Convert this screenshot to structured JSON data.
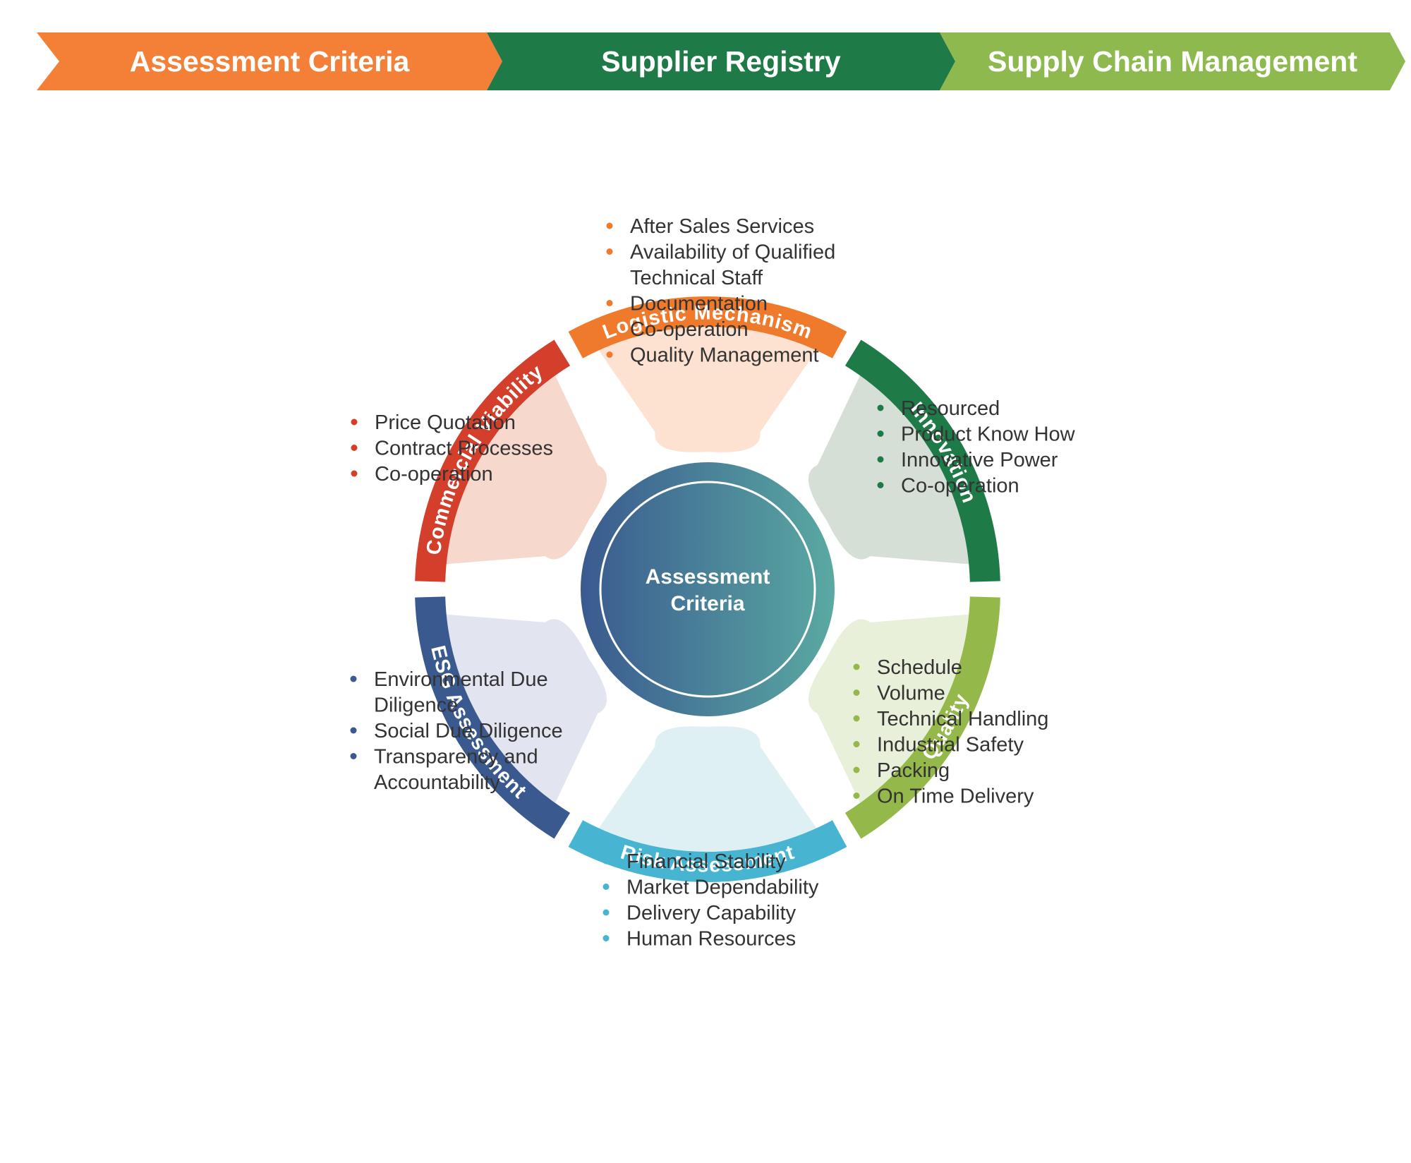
{
  "header": {
    "chevrons": [
      {
        "label": "Assessment Criteria",
        "color": "#f47f37"
      },
      {
        "label": "Supplier Registry",
        "color": "#1e7a47"
      },
      {
        "label": "Supply Chain Management",
        "color": "#8eb94f"
      }
    ]
  },
  "center": {
    "lines": [
      "Assessment",
      "Criteria"
    ]
  },
  "segments": [
    {
      "id": "logistic-mechanism",
      "title": "Logistic Mechanism",
      "ring_color": "#ef7a2c",
      "fill_color": "#fde2d1",
      "bullet_color": "#ef7a2c",
      "items": [
        [
          "After Sales Services"
        ],
        [
          "Availability of Qualified",
          "Technical Staff"
        ],
        [
          "Documentation"
        ],
        [
          "Co-operation"
        ],
        [
          "Quality Management"
        ]
      ]
    },
    {
      "id": "innovation",
      "title": "Innovation",
      "ring_color": "#1e7a47",
      "fill_color": "#d5dfd6",
      "bullet_color": "#1e7a47",
      "items": [
        [
          "Resourced"
        ],
        [
          "Product Know How"
        ],
        [
          "Innovative Power"
        ],
        [
          "Co-operation"
        ]
      ]
    },
    {
      "id": "quality",
      "title": "Quality",
      "ring_color": "#95b84a",
      "fill_color": "#e9f0d9",
      "bullet_color": "#95b84a",
      "items": [
        [
          "Schedule"
        ],
        [
          "Volume"
        ],
        [
          "Technical Handling"
        ],
        [
          "Industrial Safety"
        ],
        [
          "Packing"
        ],
        [
          "On Time Delivery"
        ]
      ]
    },
    {
      "id": "risk-assessment",
      "title": "Risk Assessment",
      "ring_color": "#47b5d1",
      "fill_color": "#dff0f5",
      "bullet_color": "#47b5d1",
      "items": [
        [
          "Financial Stability"
        ],
        [
          "Market Dependability"
        ],
        [
          "Delivery Capability"
        ],
        [
          "Human Resources"
        ]
      ]
    },
    {
      "id": "esg-assessment",
      "title": "ESG Assessment",
      "ring_color": "#3a5a8f",
      "fill_color": "#e2e5f0",
      "bullet_color": "#3a5a8f",
      "items": [
        [
          "Environmental Due",
          "Diligence"
        ],
        [
          "Social Due Diligence"
        ],
        [
          "Transparency and",
          "Accountability"
        ]
      ]
    },
    {
      "id": "commercial-viability",
      "title": "Commercial Viability",
      "ring_color": "#d33f2b",
      "fill_color": "#f6d8cd",
      "bullet_color": "#d33f2b",
      "items": [
        [
          "Price Quotation"
        ],
        [
          "Contract Processes"
        ],
        [
          "Co-operation"
        ]
      ]
    }
  ]
}
